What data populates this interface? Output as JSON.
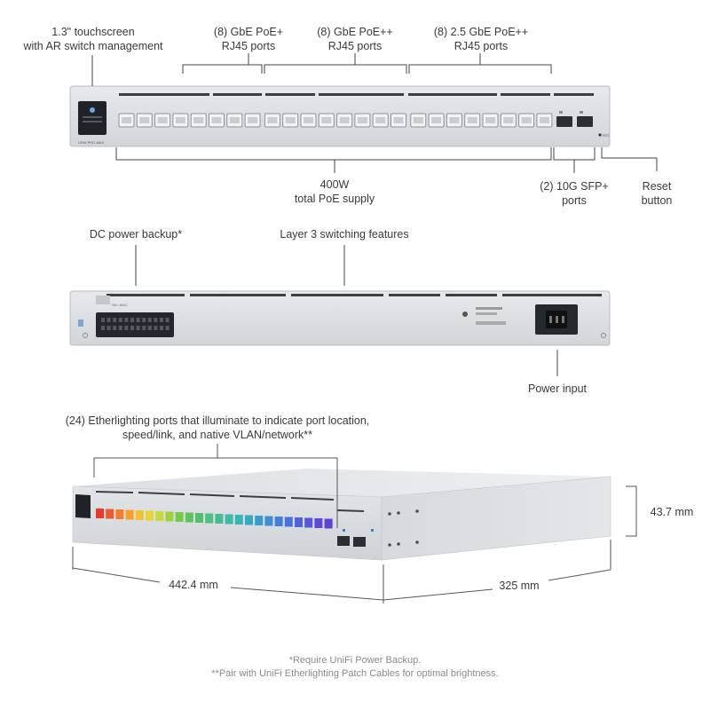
{
  "front": {
    "touchscreen": "1.3\" touchscreen\nwith AR switch management",
    "gbe_poe_plus": "(8) GbE PoE+\nRJ45 ports",
    "gbe_poe_plusplus": "(8) GbE PoE++\nRJ45 ports",
    "gbe25_poe_plusplus": "(8) 2.5 GbE PoE++\nRJ45 ports",
    "poe_supply": "400W\ntotal PoE supply",
    "sfp_ports": "(2) 10G SFP+\nports",
    "reset_button": "Reset\nbutton"
  },
  "rear": {
    "dc_backup": "DC power backup*",
    "layer3": "Layer 3 switching features",
    "power_input": "Power input"
  },
  "iso": {
    "etherlighting": "(24) Etherlighting ports that illuminate to indicate port location,\nspeed/link, and native VLAN/network**",
    "height": "43.7 mm",
    "width": "442.4 mm",
    "depth": "325 mm",
    "led_colors": [
      "#e8392b",
      "#ee5a2a",
      "#f27d2a",
      "#f6a028",
      "#f4c12c",
      "#e7d532",
      "#c8d93a",
      "#9fd13f",
      "#78c84a",
      "#5fc35a",
      "#52c06c",
      "#4dbf80",
      "#45bd94",
      "#3ebba7",
      "#38b5b6",
      "#36a9c2",
      "#3a9ccd",
      "#3f8ed6",
      "#447fdb",
      "#4a70de",
      "#4f62df",
      "#5555de",
      "#5b4ad8",
      "#6242d2"
    ]
  },
  "footnotes": {
    "note1": "*Require UniFi Power Backup.",
    "note2": "**Pair with UniFi Etherlighting Patch Cables for optimal brightness."
  }
}
